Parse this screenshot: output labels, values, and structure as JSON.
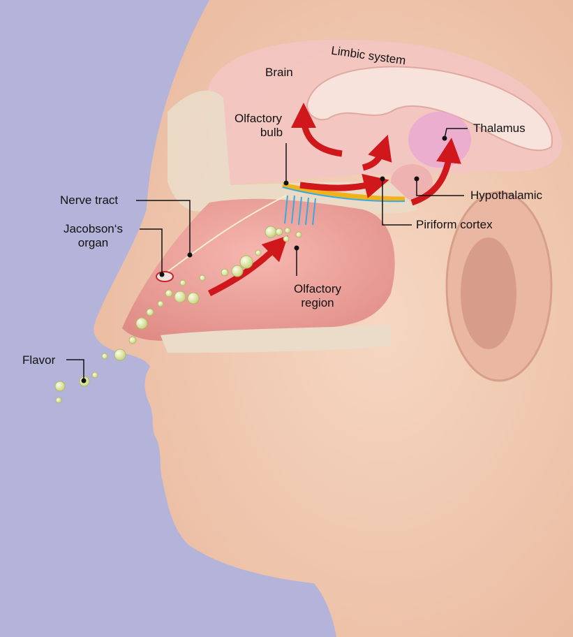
{
  "labels": {
    "limbic_system": "Limbic system",
    "brain": "Brain",
    "olfactory_bulb_1": "Olfactory",
    "olfactory_bulb_2": "bulb",
    "thalamus": "Thalamus",
    "hypothalamic": "Hypothalamic",
    "piriform_cortex": "Piriform cortex",
    "nerve_tract": "Nerve tract",
    "jacobsons_organ_1": "Jacobson‘s",
    "jacobsons_organ_2": "organ",
    "olfactory_region_1": "Olfactory",
    "olfactory_region_2": "region",
    "flavor": "Flavor"
  },
  "colors": {
    "background": "#b4b3da",
    "skin": "#f1cbb2",
    "arrow": "#d0171c",
    "bubble": "#e6edb0"
  }
}
